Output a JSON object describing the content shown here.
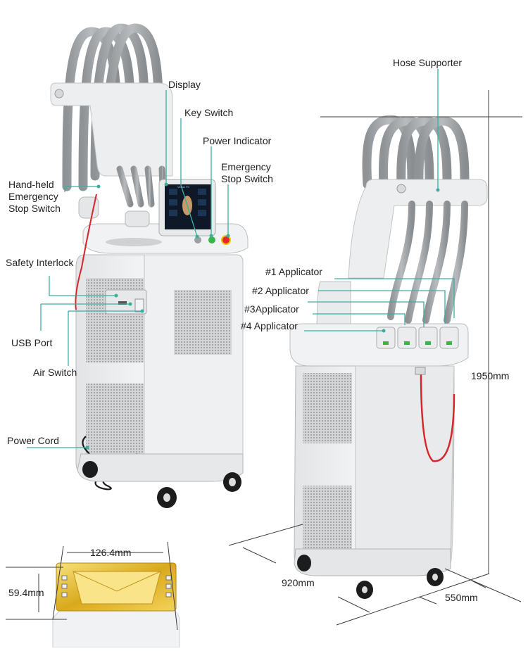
{
  "diagram": {
    "accent_color": "#3aaea0",
    "labels": {
      "display": "Display",
      "key_switch": "Key Switch",
      "power_indicator": "Power Indicator",
      "emergency_stop_switch": "Emergency\nStop Switch",
      "handheld_emergency_stop": "Hand-held\nEmergency\nStop Switch",
      "safety_interlock": "Safety Interlock",
      "usb_port": "USB Port",
      "air_switch": "Air Switch",
      "power_cord": "Power Cord",
      "hose_supporter": "Hose Supporter",
      "applicator_1": "#1 Applicator",
      "applicator_2": "#2 Applicator",
      "applicator_3": "#3Applicator",
      "applicator_4": "#4 Applicator"
    },
    "dimensions": {
      "height": "1950mm",
      "depth": "920mm",
      "width": "550mm",
      "applicator_width": "126.4mm",
      "applicator_height": "59.4mm"
    },
    "screen_brand": "Venus Fit"
  }
}
